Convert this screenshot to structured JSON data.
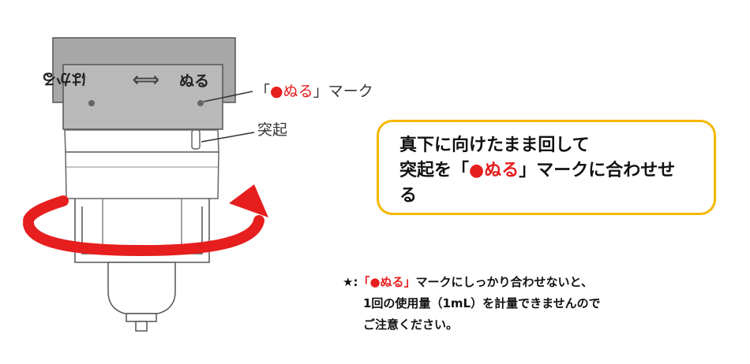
{
  "device": {
    "label_left": "はかる",
    "label_right": "ぬる",
    "label_arrow": "⟺"
  },
  "callouts": {
    "mark_open": "「",
    "mark_dot": "●",
    "mark_word": "ぬる",
    "mark_close": "」マーク",
    "protrusion": "突起"
  },
  "instruction": {
    "line1": "真下に向けたまま回して",
    "line2_a": "突起を「",
    "line2_red": "●ぬる",
    "line2_b": "」マークに合わせ",
    "line2_c": "せ",
    "line3": "る"
  },
  "note": {
    "star": "★:",
    "red": "「●ぬる」",
    "line1_rest": "マークにしっかり合わせないと、",
    "line2": "1回の使用量（1mL）を計量できませんので",
    "line3": "ご注意ください。"
  },
  "colors": {
    "red": "#e61e1e",
    "box_border": "#f5b800",
    "cap_gray": "#a8a8a8"
  }
}
